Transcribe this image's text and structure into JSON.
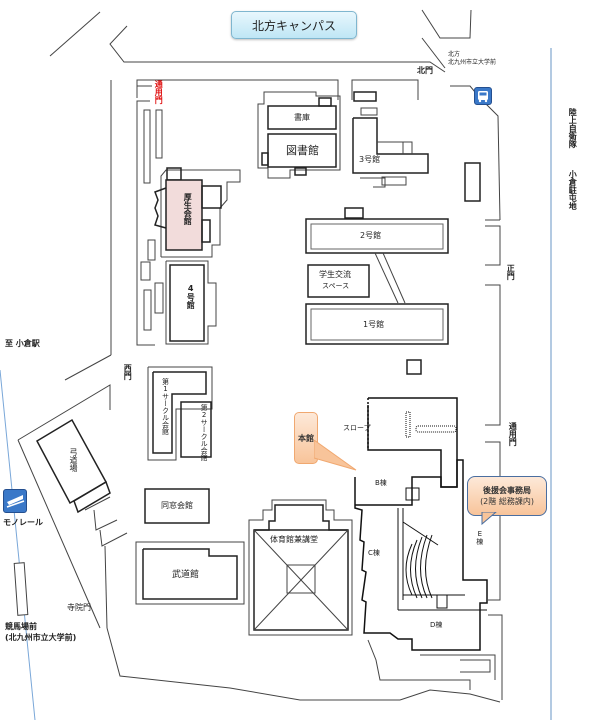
{
  "map_title": "北方キャンパス",
  "gates": {
    "north_gate": "北門",
    "west_gate": "西門",
    "main_gate": "正門",
    "service_gate_top": "通用門",
    "service_gate_right": "通用門",
    "temple_gate": "寺院門"
  },
  "buildings": {
    "stack_room": "書庫",
    "library": "図書館",
    "bldg3": "3号館",
    "bldg2": "2号館",
    "bldg1": "1号館",
    "student_space_1": "学生交流",
    "student_space_2": "スペース",
    "welfare_hall": "厚生会館",
    "bldg4": "4号館",
    "circle1": "第1サークル会館",
    "circle2": "第2サークル会館",
    "archery": "弓道場",
    "alumni_hall": "同窓会館",
    "budokan": "武道館",
    "gym": "体育館兼講堂",
    "main_building": "本館",
    "slope": "スロープ",
    "wing_b": "B棟",
    "wing_c": "C棟",
    "wing_d": "D棟",
    "wing_e": "E棟"
  },
  "callouts": {
    "main_building": "本館",
    "alumni_office_line1": "後援会事務局",
    "alumni_office_line2": "(2階 総務課内)"
  },
  "transit": {
    "bus_stop_line1": "北方",
    "bus_stop_line2": "北九州市立大学前",
    "monorail_label": "モノレール",
    "station_line1": "競馬場前",
    "station_line2": "(北九州市立大学前)",
    "to_kokura": "至 小倉駅"
  },
  "surroundings": {
    "sdf_line1": "陸上自衛隊",
    "sdf_line2": "小倉駐屯地"
  },
  "colors": {
    "title_bg": "#bfe6f5",
    "callout_bg": "#f8c49a",
    "welfare_fill": "#f2dcdb",
    "rail_line": "#7aa7d8",
    "service_gate_text": "#e01010"
  }
}
